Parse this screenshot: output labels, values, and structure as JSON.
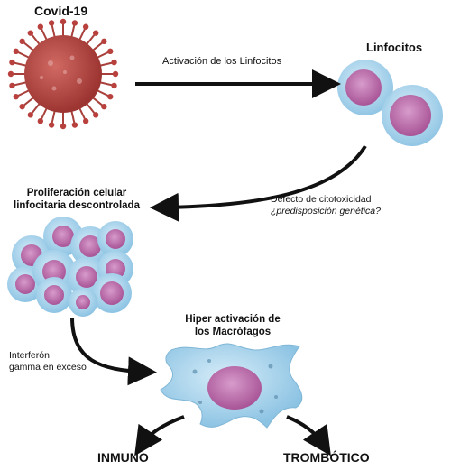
{
  "labels": {
    "covid": "Covid-19",
    "linfocitos": "Linfocitos",
    "activacion": "Activación de los Linfocitos",
    "defecto_line1": "Defecto de citotoxicidad",
    "defecto_line2": "¿predisposición genética?",
    "proliferacion_line1": "Proliferación celular",
    "proliferacion_line2": "linfocitaria descontrolada",
    "hiper_line1": "Hiper activación de",
    "hiper_line2": "los Macrófagos",
    "interferon_line1": "Interferón",
    "interferon_line2": "gamma en exceso",
    "inmuno": "INMUNO",
    "trombotico": "TROMBÓTICO"
  },
  "colors": {
    "virus": "#b8413e",
    "cell_membrane": "#a9d4ec",
    "nucleus": "#b76aa8",
    "arrow": "#111111"
  },
  "icons": [
    "virus-icon",
    "lymphocyte-icon",
    "cell-cluster-icon",
    "macrophage-icon",
    "arrow-icon"
  ]
}
